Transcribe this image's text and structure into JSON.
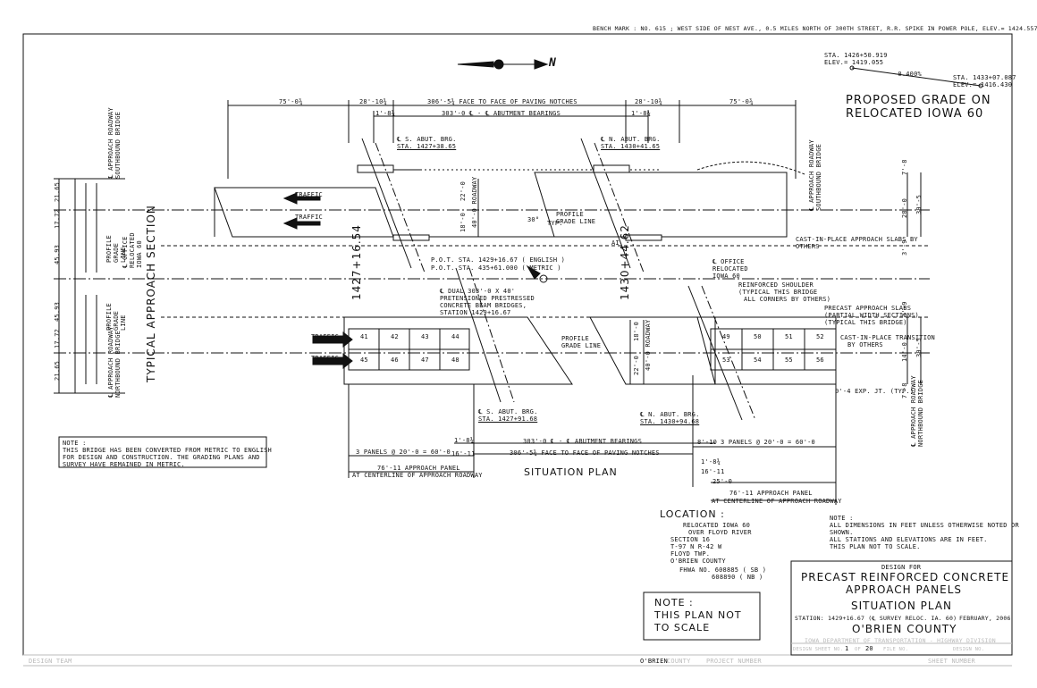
{
  "bench_mark": "BENCH MARK : NO. 615 ; WEST SIDE OF NEST AVE., 0.5 MILES NORTH OF 300th STREET, R.R. SPIKE IN POWER POLE, ELEV.= 1424.557.",
  "north_label": "N",
  "grade": {
    "sta_left": "STA. 1426+50.919",
    "elev_left": "ELEV.= 1419.055",
    "slope": "-0.400%",
    "sta_right": "STA. 1433+07.087",
    "elev_right": "ELEV.= 1416.430",
    "title_1": "PROPOSED GRADE ON",
    "title_2": "RELOCATED IOWA 60"
  },
  "plan": {
    "dim_75_left": "75'-0¾",
    "dim_28_left": "28'-10¾",
    "dim_306_top": "306'-5¾ FACE TO FACE OF PAVING NOTCHES",
    "dim_28_right": "28'-10¾",
    "dim_75_right": "75'-0¾",
    "dim_18_left": "1'-8¾",
    "dim_303_top": "303'-0 ℄ - ℄ ABUTMENT BEARINGS",
    "dim_18_right": "1'-8¾",
    "s_abut": "℄ S. ABUT. BRG.",
    "s_abut_sta": "STA. 1427+38.65",
    "n_abut": "℄ N. ABUT. BRG.",
    "n_abut_sta": "STA. 1430+41.65",
    "traffic": "TRAFFIC",
    "roadway_22": "22'-0",
    "roadway_40": "40'-0 ROADWAY",
    "roadway_18": "18'-0",
    "profile_grade": "PROFILE GRADE LINE",
    "cip_slabs": "CAST-IN-PLACE APPROACH SLABS BY OTHERS",
    "approach_sb": "℄ APPROACH ROADWAY SOUTHBOUND BRIDGE",
    "approach_nb": "℄ APPROACH ROADWAY NORTHBOUND BRIDGE",
    "dim_7_8": "7'-8",
    "dim_28_0": "28'-0",
    "dim_39_5": "39'-5",
    "dim_3_9": "3'-9",
    "angle": "30°",
    "typ": "TYP.",
    "ai": "AI",
    "pot_english": "P.O.T. STA. 1429+16.67 ( ENGLISH )",
    "pot_metric": "P.O.T. STA. 435+61.000 ( METRIC )",
    "sta_left_big": "1427+16.54",
    "sta_right_big": "1430+44.62",
    "office_1": "℄ OFFICE",
    "office_2": "RELOCATED",
    "office_3": "IOWA 60",
    "dual_1": "℄ DUAL 303'-0 x 40'",
    "dual_2": "PRETENSIONED PRESTRESSED",
    "dual_3": "CONCRETE BEAM BRIDGES,",
    "dual_4": "STATION 1429+16.67",
    "shoulder_1": "REINFORCED SHOULDER",
    "shoulder_2": "(TYPICAL THIS BRIDGE",
    "shoulder_3": "ALL CORNERS BY OTHERS)",
    "precast_1": "PRECAST APPROACH SLABS",
    "precast_2": "(PARTIAL WIDTH SECTIONS)",
    "precast_3": "(TYPICAL THIS BRIDGE)",
    "cip_trans_1": "CAST-IN-PLACE TRANSITION",
    "cip_trans_2": "BY OTHERS",
    "exp_jt": "0'-4 EXP. JT. (TYP.)",
    "dim_14_0": "14'-0",
    "s_abut_b": "℄ S. ABUT. BRG.",
    "s_abut_b_sta": "STA. 1427+91.68",
    "n_abut_b": "℄ N. ABUT. BRG.",
    "n_abut_b_sta": "STA. 1430+94.68",
    "panels_left": "3 PANELS @ 20'-0 = 60'-0",
    "panels_right": "3 PANELS @ 20'-0 = 60'-0",
    "dim_303_bot": "303'-0 ℄ - ℄ ABUTMENT BEARINGS",
    "dim_306_bot": "306'-5¾ FACE TO FACE OF PAVING NOTCHES",
    "dim_16_11": "16'-11",
    "dim_18_b": "1'-8¾",
    "dim_8_10": "8'-10",
    "dim_25_0": "25'-0",
    "approach_panel": "76'-11 APPROACH PANEL",
    "at_centerline": "AT CENTERLINE OF APPROACH ROADWAY",
    "title": "SITUATION PLAN"
  },
  "panel_marks_top_left": [
    "41",
    "42",
    "43",
    "44"
  ],
  "panel_marks_bot_left": [
    "45",
    "46",
    "47",
    "48"
  ],
  "panel_marks_top_right": [
    "49",
    "50",
    "51",
    "52"
  ],
  "panel_marks_bot_right": [
    "53",
    "54",
    "55",
    "56"
  ],
  "typical": {
    "title": "TYPICAL APPROACH SECTION",
    "dims": [
      "21.65",
      "17.72",
      "45.93",
      "45.93",
      "17.72",
      "21.65"
    ],
    "profile": "PROFILE GRADE LINE",
    "office": "℄ OFFICE RELOCATED IOWA 60",
    "approach_sb": "℄ APPROACH ROADWAY SOUTHBOUND BRIDGE",
    "approach_nb": "℄ APPROACH ROADWAY NORTHBOUND BRIDGE"
  },
  "note_box": {
    "title": "NOTE :",
    "line_1": "THIS BRIDGE HAS BEEN CONVERTED FROM METRIC TO ENGLISH",
    "line_2": "FOR DESIGN AND CONSTRUCTION. THE GRADING PLANS AND",
    "line_3": "SURVEY HAVE REMAINED IN METRIC."
  },
  "location": {
    "title": "LOCATION :",
    "lines": [
      "RELOCATED IOWA 60",
      "OVER FLOYD RIVER",
      "SECTION 16",
      "T-97 N   R-42 W",
      "FLOYD TWP.",
      "O'BRIEN COUNTY"
    ],
    "fhwa_1": "FHWA NO. 608885 ( SB )",
    "fhwa_2": "608890 ( NB )"
  },
  "scale_note": {
    "line_1": "NOTE :",
    "line_2": "THIS PLAN NOT",
    "line_3": "TO SCALE"
  },
  "general_note": {
    "title": "NOTE :",
    "line_1": "ALL DIMENSIONS IN FEET UNLESS OTHERWISE NOTED OR",
    "line_2": "SHOWN.",
    "line_3": "ALL STATIONS AND ELEVATIONS ARE IN FEET.",
    "line_4": "THIS PLAN NOT TO SCALE."
  },
  "title_block": {
    "design_for": "DESIGN FOR",
    "line_1": "PRECAST REINFORCED CONCRETE",
    "line_2": "APPROACH PANELS",
    "line_3": "SITUATION PLAN",
    "station": "STATION: 1429+16.67 (℄ SURVEY RELOC. IA. 60)",
    "date": "FEBRUARY, 2006",
    "county": "O'BRIEN COUNTY",
    "dept": "IOWA DEPARTMENT OF TRANSPORTATION - HIGHWAY DIVISION",
    "sheet_lbl": "DESIGN SHEET NO.",
    "sheet_no": "1",
    "of": "OF",
    "sheet_total": "20",
    "file_no": "FILE NO.",
    "design_no": "DESIGN NO."
  },
  "footer": {
    "design_team": "DESIGN TEAM",
    "county": "O'BRIEN",
    "county_lbl": "COUNTY",
    "project": "PROJECT NUMBER",
    "sheet": "SHEET NUMBER"
  }
}
